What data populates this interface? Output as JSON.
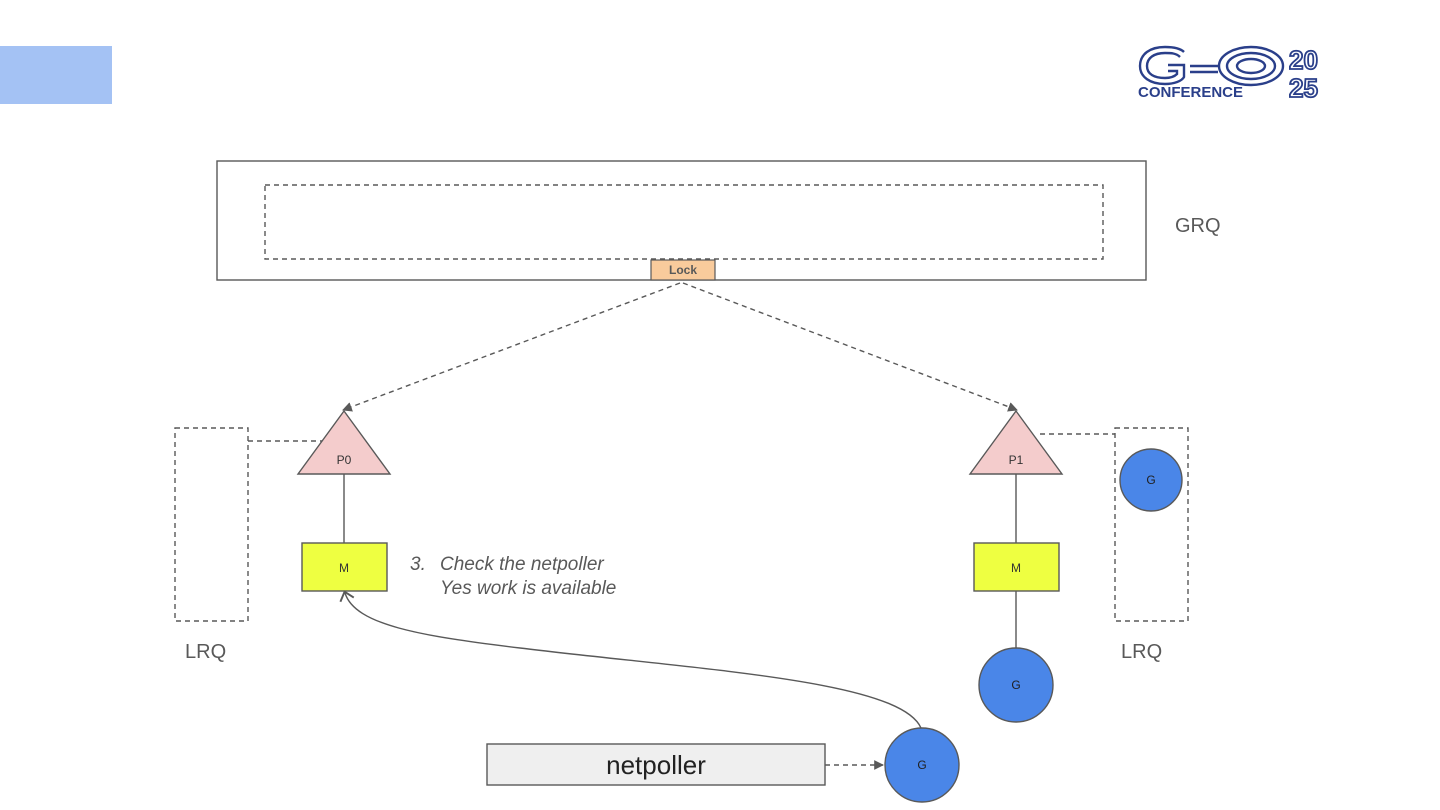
{
  "logo": {
    "wordmark": "GO",
    "subtitle": "CONFERENCE",
    "year_top": "20",
    "year_bottom": "25",
    "color": "#2a3f8a"
  },
  "diagram": {
    "grq_label": "GRQ",
    "lock_label": "Lock",
    "processors": [
      {
        "label": "P0",
        "machine": "M",
        "lrq_label": "LRQ"
      },
      {
        "label": "P1",
        "machine": "M",
        "lrq_label": "LRQ"
      }
    ],
    "goroutine_label": "G",
    "netpoller_label": "netpoller",
    "annotation": {
      "number": "3.",
      "line1": "Check the netpoller",
      "line2": "Yes work is available"
    }
  },
  "colors": {
    "accent_bar": "#a4c2f4",
    "goroutine": "#4a86e8",
    "processor": "#f4cccc",
    "machine": "#eeff41",
    "lock": "#f9cb9c",
    "netpoller": "#efefef",
    "stroke": "#595959",
    "label_text": "#595959"
  }
}
